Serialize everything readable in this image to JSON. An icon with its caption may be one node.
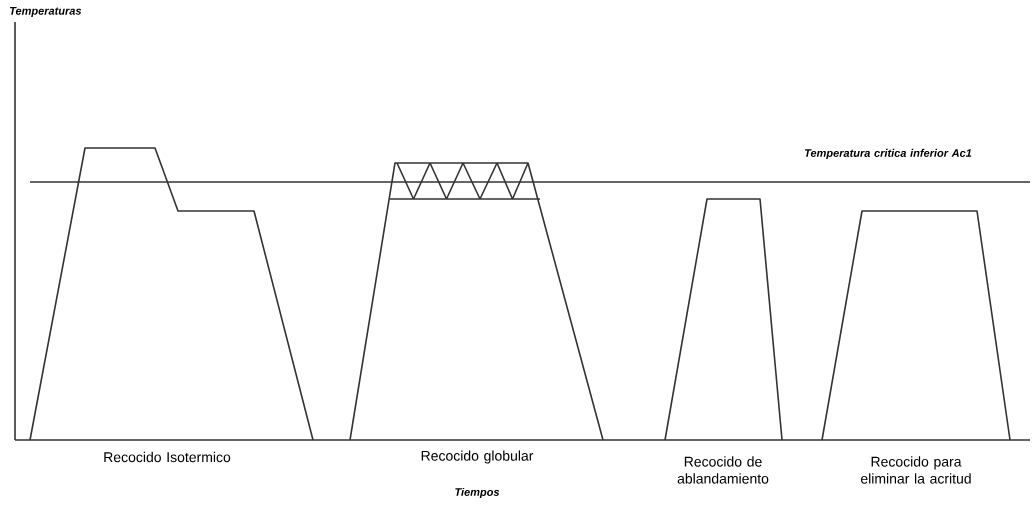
{
  "diagram": {
    "labels": [
      "Temperaturas",
      "Temperatura critica inferior Ac1",
      "Recocido Isotermico",
      "Recocido globular",
      "Recocido de ablandamiento",
      "Recocido para eliminar la acritud",
      "Tiempos"
    ]
  }
}
